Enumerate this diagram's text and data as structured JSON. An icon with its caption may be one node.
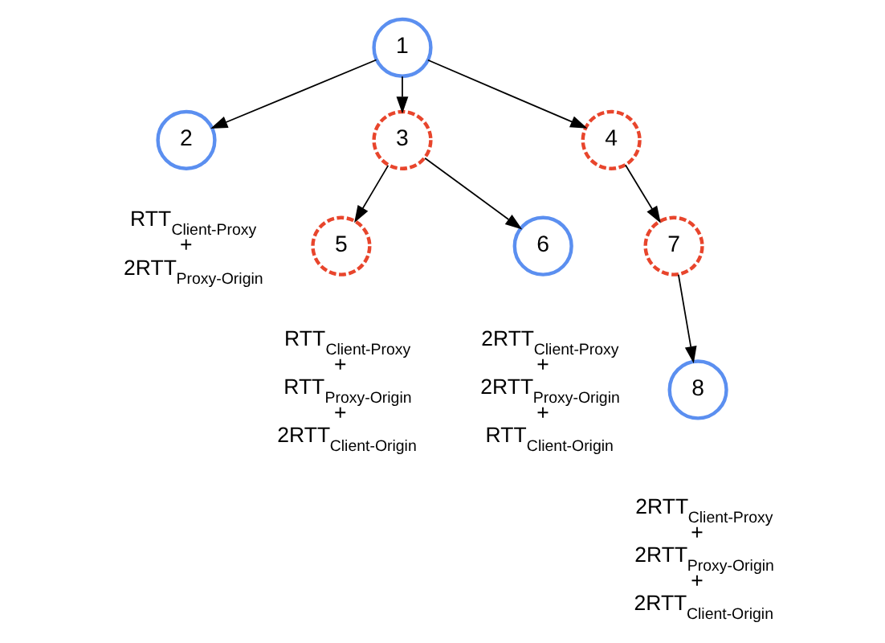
{
  "diagram": {
    "nodes": [
      {
        "text": [
          "1"
        ]
      },
      {
        "text": [
          "2"
        ],
        "beside": [
          "RTT$_{Client-Proxy}$",
          "+",
          "2RTT$_{Proxy-Origin}$"
        ]
      },
      {
        "text": [
          "3"
        ]
      },
      {
        "text": [
          "4"
        ]
      },
      {
        "text": [
          "5"
        ],
        "beside": [
          "RTT$_{Client-Proxy}$",
          "+",
          "RTT$_{Proxy-Origin}$",
          "+",
          "2RTT$_{Client-Origin}$"
        ]
      },
      {
        "text": [
          "6"
        ],
        "beside": [
          "2RTT$_{Client-Proxy}$",
          "+",
          "2RTT$_{Proxy-Origin}$",
          "+",
          "RTT$_{Client-Origin}$"
        ]
      },
      {
        "text": [
          "7"
        ]
      },
      {
        "text": [
          "8"
        ],
        "beside": [
          "2RTT$_{Client-Proxy}$",
          "+",
          "2RTT$_{Proxy-Origin}$",
          "+",
          "2RTT$_{Client-Origin}$"
        ]
      }
    ],
    "edges": [
      {
        "from": 0,
        "to": 1,
        "arrow": "to"
      },
      {
        "from": 0,
        "to": 2,
        "arrow": "to"
      },
      {
        "from": 0,
        "to": 3,
        "arrow": "to"
      },
      {
        "from": 2,
        "to": 4,
        "arrow": "to"
      },
      {
        "from": 2,
        "to": 5,
        "arrow": "to"
      },
      {
        "from": 3,
        "to": 6,
        "arrow": "to"
      },
      {
        "from": 6,
        "to": 7,
        "arrow": "to"
      }
    ]
  }
}
